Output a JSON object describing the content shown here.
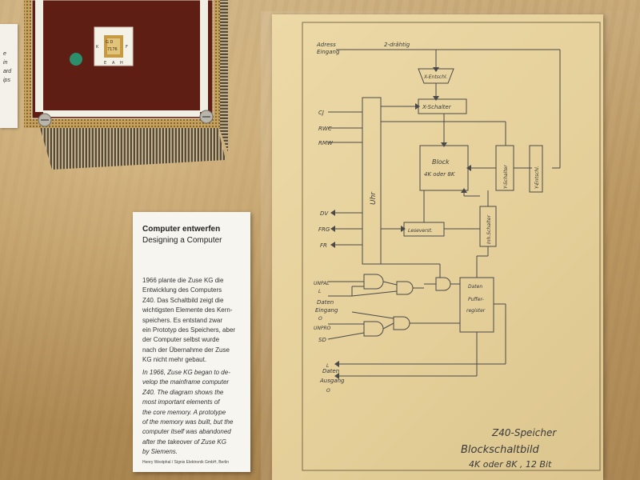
{
  "left_card": {
    "fragments": [
      "e",
      "in",
      "ard",
      "ips"
    ]
  },
  "module": {
    "chip_text": [
      "G D",
      "K",
      "7176",
      "F",
      "E",
      "A",
      "H"
    ]
  },
  "caption": {
    "title": "Computer entwerfen",
    "subtitle": "Designing a Computer",
    "german_lines": [
      "1966 plante die Zuse KG die",
      "Entwicklung des Computers",
      "Z40. Das Schaltbild zeigt die",
      "wichtigsten Elemente des Kern-",
      "speichers. Es entstand zwar",
      "ein Prototyp des Speichers, aber",
      "der Computer selbst wurde",
      "nach der Übernahme der Zuse",
      "KG nicht mehr gebaut."
    ],
    "english_lines": [
      "In 1966, Zuse KG began to de-",
      "velop the mainframe computer",
      "Z40. The diagram shows the",
      "most important elements of",
      "the core memory. A prototype",
      "of the memory was built, but the",
      "computer itself was abandoned",
      "after the takeover of Zuse KG",
      "by Siemens."
    ],
    "credit": "Henry Westphal / Signis Elektronik GmbH, Berlin"
  },
  "diagram": {
    "labels": {
      "adress": "Adress",
      "eingang": "Eingang",
      "zweidrahtig": "2-drähtig",
      "x_entschl": "X-Entschl.",
      "x_schalter": "X-Schalter",
      "block": "Block",
      "block_size": "4K oder 8K",
      "y_schalter": "Y-Schalter",
      "y_entschl": "Y-Entschl.",
      "uhr": "Uhr",
      "cj": "CJ",
      "rwc": "RWC",
      "rmw": "RMW",
      "dv": "DV",
      "frg": "FRG",
      "fr": "FR",
      "leseverst": "Leseverst.",
      "inh_schalter": "Inh.Schalter",
      "unpal": "UNPAL",
      "l": "L",
      "daten": "Daten",
      "daten_eingang": "Eingang",
      "o": "O",
      "unpro": "UNPRO",
      "sd": "SD",
      "puffer1": "Daten",
      "puffer2": "Puffer-",
      "puffer3": "register",
      "ausgang": "Ausgang",
      "out_l": "L",
      "out_daten": "Daten",
      "out_o": "O",
      "title1": "Z40-Speicher",
      "title2": "Blockschaltbild",
      "title3": "4K oder 8K , 12 Bit"
    }
  }
}
